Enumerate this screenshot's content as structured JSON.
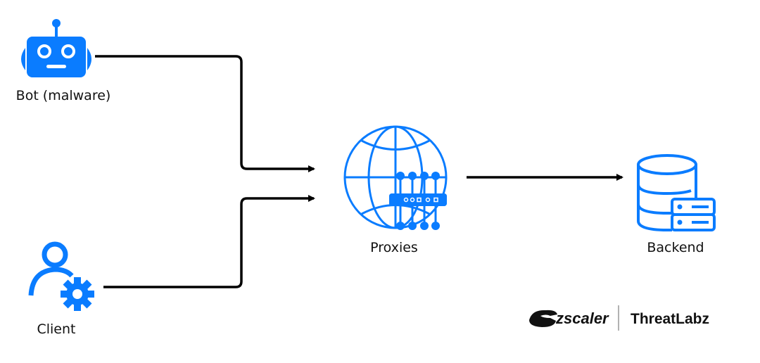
{
  "nodes": {
    "bot": {
      "label": "Bot (malware)",
      "icon": "robot-icon"
    },
    "client": {
      "label": "Client",
      "icon": "user-gear-icon"
    },
    "proxies": {
      "label": "Proxies",
      "icon": "globe-router-icon"
    },
    "backend": {
      "label": "Backend",
      "icon": "database-server-icon"
    }
  },
  "branding": {
    "company": "zscaler",
    "product": "ThreatLabz"
  },
  "colors": {
    "icon": "#0a7cff",
    "arrow": "#000000",
    "text": "#111111"
  }
}
